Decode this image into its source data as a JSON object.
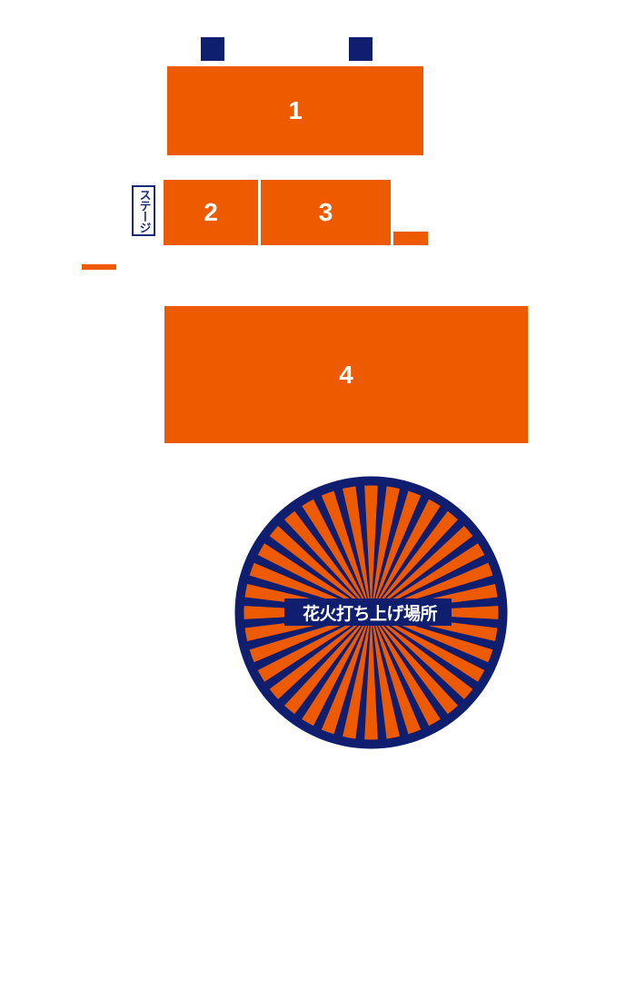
{
  "colors": {
    "orange": "#ee5a00",
    "navy": "#0f1e6e",
    "white": "#ffffff"
  },
  "map": {
    "blocks": [
      {
        "id": "1",
        "label": "1"
      },
      {
        "id": "2",
        "label": "2"
      },
      {
        "id": "3",
        "label": "3"
      },
      {
        "id": "4",
        "label": "4"
      }
    ],
    "stage_label": "ステージ",
    "fireworks": {
      "label": "花火打ち上げ場所",
      "ray_count": 36
    }
  }
}
